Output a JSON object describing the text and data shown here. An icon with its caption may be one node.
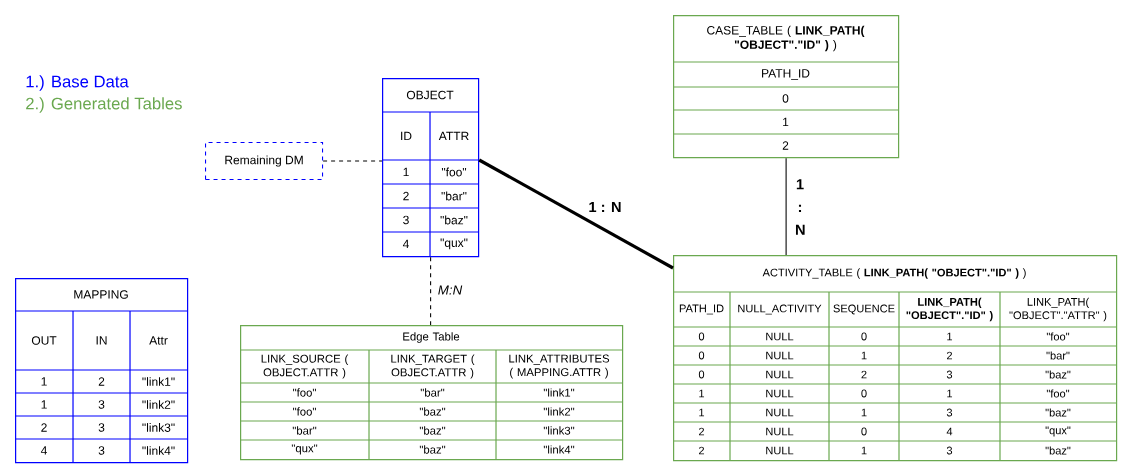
{
  "diagram": {
    "nodes": [
      {
        "text": [
          "CASE_TABLE ( **LINK_PATH( \"OBJECT\".\"ID\" )** )",
          "PATH_ID",
          "0",
          "1",
          "2"
        ]
      },
      {
        "text": [
          "OBJECT",
          "ID",
          "ATTR",
          "1",
          "\"foo\"",
          "2",
          "\"bar\"",
          "3",
          "\"baz\"",
          "4",
          "\"qux\""
        ]
      },
      {
        "text": [
          "Remaining DM"
        ]
      },
      {
        "text": [
          "ACTIVITY_TABLE ( **LINK_PATH( \"OBJECT\".\"ID\" )** )",
          "PATH_ID",
          "NULL_ACTIVITY",
          "SEQUENCE",
          "LINK_PATH( \"OBJECT\".\"ID\" )",
          "LINK_PATH( \"OBJECT\".\"ATTR\" )",
          "0",
          "NULL",
          "0",
          "1",
          "\"foo\"",
          "0",
          "NULL",
          "1",
          "2",
          "\"bar\"",
          "0",
          "NULL",
          "2",
          "3",
          "\"baz\"",
          "1",
          "NULL",
          "0",
          "1",
          "\"foo\"",
          "1",
          "NULL",
          "1",
          "3",
          "\"baz\"",
          "2",
          "NULL",
          "0",
          "4",
          "\"qux\"",
          "2",
          "NULL",
          "1",
          "3",
          "\"baz\""
        ]
      },
      {
        "text": [
          "MAPPING",
          "OUT",
          "IN",
          "Attr",
          "1",
          "2",
          "\"link1\"",
          "1",
          "3",
          "\"link2\"",
          "2",
          "3",
          "\"link3\"",
          "4",
          "3",
          "\"link4\""
        ]
      },
      {
        "text": [
          "Edge Table",
          "LINK_SOURCE ( OBJECT.ATTR )",
          "LINK_TARGET ( OBJECT.ATTR )",
          "LINK_ATTRIBUTES ( MAPPING.ATTR )",
          "\"foo\"",
          "\"bar\"",
          "\"link1\"",
          "\"foo\"",
          "\"baz\"",
          "\"link2\"",
          "\"bar\"",
          "\"baz\"",
          "\"link3\"",
          "\"qux\"",
          "\"baz\"",
          "\"link4\""
        ]
      }
    ],
    "edges": [
      {
        "from": 2,
        "to": 1,
        "arrow": "none",
        "style": "dashed"
      },
      {
        "from": 1,
        "to": 3,
        "arrow": "none",
        "label": "1 : N",
        "style": "thick"
      },
      {
        "from": 0,
        "to": 3,
        "arrow": "none",
        "label": "1 : N"
      },
      {
        "from": 1,
        "to": 5,
        "arrow": "none",
        "label": "M:N",
        "style": "dashed"
      }
    ],
    "legend": [
      {
        "text": "1.) Base Data",
        "color": "#0000ff"
      },
      {
        "text": "2.) Generated Tables",
        "color": "#6aa84f"
      }
    ]
  }
}
